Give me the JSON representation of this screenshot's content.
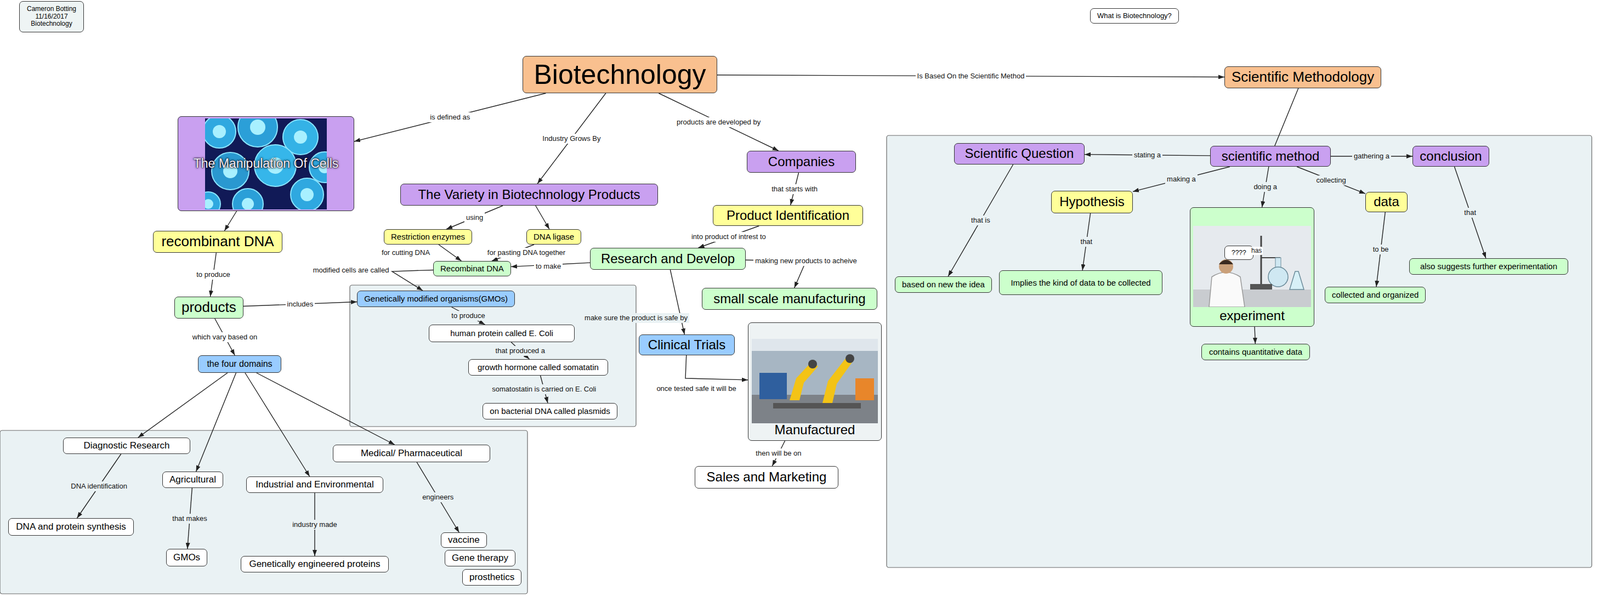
{
  "diagram": {
    "nodes": [
      {
        "text": [
          "Cameron Botting 11/16/2017 Biotechnology"
        ]
      },
      {
        "text": [
          "What is Biotechnology?"
        ]
      },
      {
        "text": [
          "Biotechnology"
        ]
      },
      {
        "text": [
          "Scientific Methodology"
        ]
      },
      {
        "text": [
          "The Manipulation Of Cells"
        ]
      },
      {
        "text": [
          "The Variety in Biotechnology Products"
        ]
      },
      {
        "text": [
          "Companies"
        ]
      },
      {
        "text": [
          "Restriction enzymes"
        ]
      },
      {
        "text": [
          "DNA ligase"
        ]
      },
      {
        "text": [
          "Product Identification"
        ]
      },
      {
        "text": [
          "recombinant DNA"
        ]
      },
      {
        "text": [
          "Recombinat DNA"
        ]
      },
      {
        "text": [
          "Research and Develop"
        ]
      },
      {
        "text": [
          "small scale manufacturing"
        ]
      },
      {
        "text": [
          "products"
        ]
      },
      {
        "text": [
          "Genetically modified organisms(GMOs)"
        ]
      },
      {
        "text": [
          "human protein called E. Coli"
        ]
      },
      {
        "text": [
          "growth hormone called somatatin"
        ]
      },
      {
        "text": [
          "on bacterial DNA called plasmids"
        ]
      },
      {
        "text": [
          "Clinical Trials"
        ]
      },
      {
        "text": [
          "Manufactured"
        ]
      },
      {
        "text": [
          "Sales and Marketing"
        ]
      },
      {
        "text": [
          "the four domains"
        ]
      },
      {
        "text": [
          "Diagnostic Research"
        ]
      },
      {
        "text": [
          "Agricultural"
        ]
      },
      {
        "text": [
          "Industrial and Environmental"
        ]
      },
      {
        "text": [
          "Medical/ Pharmaceutical"
        ]
      },
      {
        "text": [
          "DNA and protein synthesis"
        ]
      },
      {
        "text": [
          "GMOs"
        ]
      },
      {
        "text": [
          "Genetically engineered proteins"
        ]
      },
      {
        "text": [
          "vaccine"
        ]
      },
      {
        "text": [
          "Gene therapy"
        ]
      },
      {
        "text": [
          "prosthetics"
        ]
      },
      {
        "text": [
          "Scientific Question"
        ]
      },
      {
        "text": [
          "scientific method"
        ]
      },
      {
        "text": [
          "conclusion"
        ]
      },
      {
        "text": [
          "Hypothesis"
        ]
      },
      {
        "text": [
          "data"
        ]
      },
      {
        "text": [
          "experiment"
        ]
      },
      {
        "text": [
          "????"
        ],
        "in": 38
      },
      {
        "text": [
          "based on new the idea"
        ]
      },
      {
        "text": [
          "Implies the kind of data to be collected"
        ]
      },
      {
        "text": [
          "collected and organized"
        ]
      },
      {
        "text": [
          "also suggests further experimentation"
        ]
      },
      {
        "text": [
          "contains quantitative data"
        ]
      }
    ],
    "edges": [
      {
        "from": 2,
        "to": 4,
        "label": "is defined as",
        "arrow": "to"
      },
      {
        "from": 2,
        "to": 5,
        "label": "Industry Grows By",
        "arrow": "to"
      },
      {
        "from": 2,
        "to": 6,
        "label": "products are developed by",
        "arrow": "to"
      },
      {
        "from": 2,
        "to": 3,
        "label": "Is Based On the Scientific Method",
        "arrow": "to"
      },
      {
        "from": 3,
        "to": 34,
        "arrow": "none"
      },
      {
        "from": 4,
        "to": 10,
        "arrow": "to"
      },
      {
        "from": 10,
        "to": 14,
        "label": "to produce",
        "arrow": "to"
      },
      {
        "from": 5,
        "to": 7,
        "label": "using",
        "arrow": "to"
      },
      {
        "from": 5,
        "to": 8,
        "arrow": "to"
      },
      {
        "from": 7,
        "to": 11,
        "label": "for cutting DNA",
        "arrow": "to"
      },
      {
        "from": 8,
        "to": 11,
        "label": "for pasting DNA together",
        "arrow": "to"
      },
      {
        "from": 6,
        "to": 9,
        "label": "that starts with",
        "arrow": "to"
      },
      {
        "from": 9,
        "to": 12,
        "label": "into product of intrest to",
        "arrow": "to"
      },
      {
        "from": 12,
        "to": 11,
        "label": "to make",
        "arrow": "to"
      },
      {
        "from": 11,
        "to": 15,
        "label": "modified cells are called",
        "arrow": "to"
      },
      {
        "from": 12,
        "to": 13,
        "label": "making new products to acheive",
        "arrow": "to"
      },
      {
        "from": 12,
        "to": 19,
        "label": "make sure the product is safe by",
        "arrow": "to"
      },
      {
        "from": 19,
        "to": 20,
        "label": "once tested safe it will be",
        "arrow": "to"
      },
      {
        "from": 20,
        "to": 21,
        "label": "then will be on",
        "arrow": "to"
      },
      {
        "from": 14,
        "to": 15,
        "label": "includes",
        "arrow": "to"
      },
      {
        "from": 14,
        "to": 22,
        "label": "which vary based on",
        "arrow": "to"
      },
      {
        "from": 15,
        "to": 16,
        "label": "to produce",
        "arrow": "to"
      },
      {
        "from": 16,
        "to": 17,
        "label": "that produced a",
        "arrow": "to"
      },
      {
        "from": 17,
        "to": 18,
        "label": "somatostatin is carried on E. Coli",
        "arrow": "to"
      },
      {
        "from": 22,
        "to": 23,
        "arrow": "to"
      },
      {
        "from": 22,
        "to": 24,
        "arrow": "to"
      },
      {
        "from": 22,
        "to": 25,
        "arrow": "to"
      },
      {
        "from": 22,
        "to": 26,
        "arrow": "to"
      },
      {
        "from": 23,
        "to": 27,
        "label": "DNA identification",
        "arrow": "to"
      },
      {
        "from": 24,
        "to": 28,
        "label": "that makes",
        "arrow": "to"
      },
      {
        "from": 25,
        "to": 29,
        "label": "industry made",
        "arrow": "to"
      },
      {
        "from": 26,
        "to": 30,
        "label": "engineers",
        "arrow": "to"
      },
      {
        "from": 34,
        "to": 33,
        "label": "stating a",
        "arrow": "to"
      },
      {
        "from": 34,
        "to": 36,
        "label": "making a",
        "arrow": "to"
      },
      {
        "from": 34,
        "to": 38,
        "label": "doing a",
        "arrow": "to"
      },
      {
        "from": 34,
        "to": 37,
        "label": "collecting",
        "arrow": "to"
      },
      {
        "from": 34,
        "to": 35,
        "label": "gathering a",
        "arrow": "to"
      },
      {
        "from": 33,
        "to": 40,
        "label": "that is",
        "arrow": "to"
      },
      {
        "from": 36,
        "to": 41,
        "label": "that",
        "arrow": "to"
      },
      {
        "from": 37,
        "to": 42,
        "label": "to be",
        "arrow": "to"
      },
      {
        "from": 35,
        "to": 43,
        "label": "that",
        "arrow": "to"
      },
      {
        "from": 38,
        "to": 44,
        "arrow": "to"
      }
    ],
    "labels": [
      "has"
    ]
  }
}
